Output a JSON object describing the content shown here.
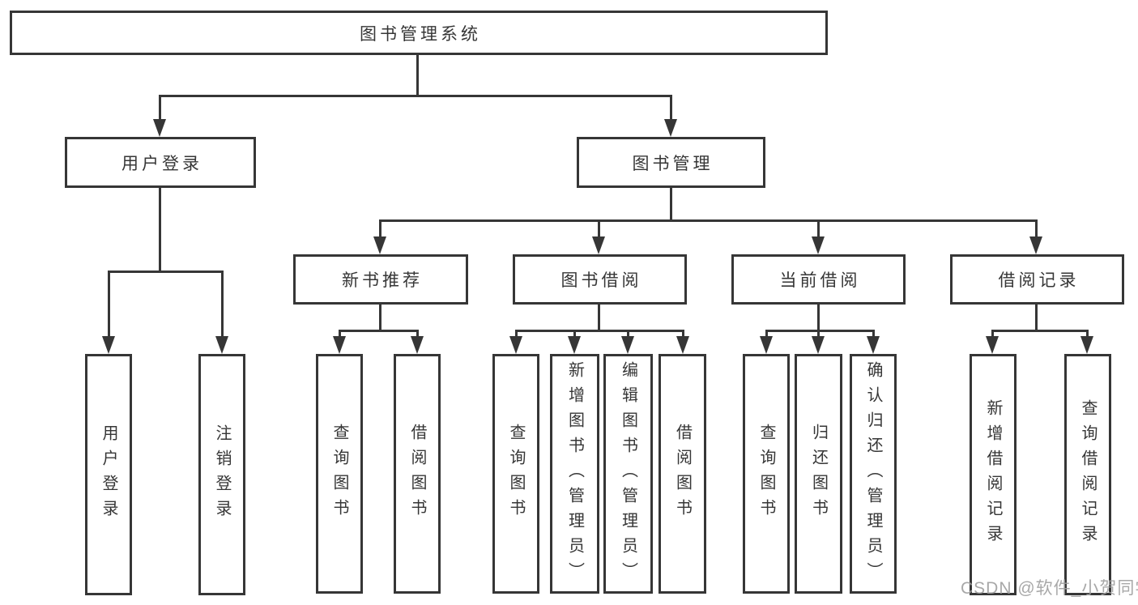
{
  "tree": {
    "root": {
      "label": "图书管理系统"
    },
    "branches": [
      {
        "label": "用户登录",
        "children": [
          {
            "label": "用户登录"
          },
          {
            "label": "注销登录"
          }
        ]
      },
      {
        "label": "图书管理",
        "children": [
          {
            "label": "新书推荐",
            "children": [
              {
                "label": "查询图书"
              },
              {
                "label": "借阅图书"
              }
            ]
          },
          {
            "label": "图书借阅",
            "children": [
              {
                "label": "查询图书"
              },
              {
                "label": "新增图书（管理员）"
              },
              {
                "label": "编辑图书（管理员）"
              },
              {
                "label": "借阅图书"
              }
            ]
          },
          {
            "label": "当前借阅",
            "children": [
              {
                "label": "查询图书"
              },
              {
                "label": "归还图书"
              },
              {
                "label": "确认归还（管理员）"
              }
            ]
          },
          {
            "label": "借阅记录",
            "children": [
              {
                "label": "新增借阅记录"
              },
              {
                "label": "查询借阅记录"
              }
            ]
          }
        ]
      }
    ]
  },
  "watermark": {
    "text": "CSDN @软件_小贺同学"
  },
  "colors": {
    "line": "#363636",
    "text": "#363636",
    "watermark": "#9f9f9f",
    "background": "#ffffff"
  }
}
